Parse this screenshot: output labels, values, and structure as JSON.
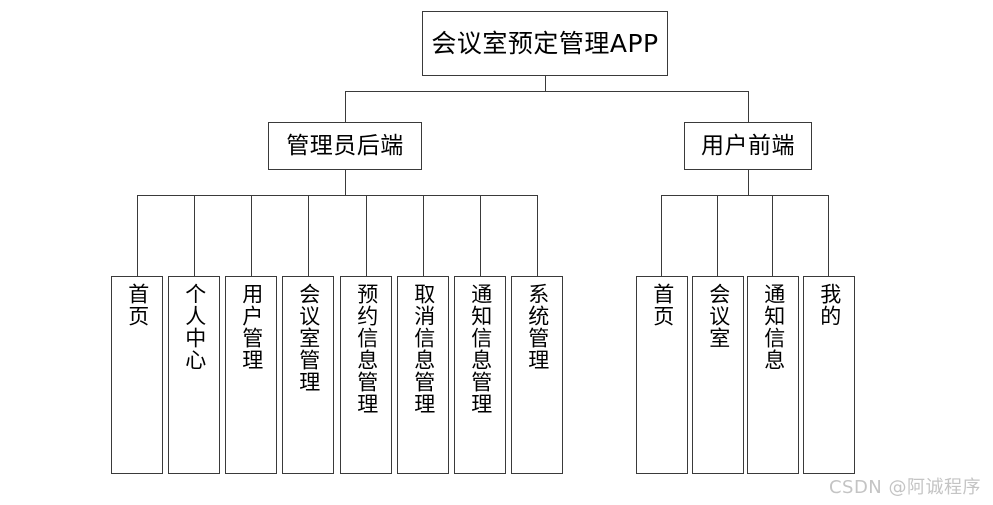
{
  "diagram": {
    "title": "会议室预定管理APP",
    "root": {
      "label": "会议室预定管理APP"
    },
    "branches": [
      {
        "label": "管理员后端"
      },
      {
        "label": "用户前端"
      }
    ],
    "admin_leaves": [
      {
        "label": "首页"
      },
      {
        "label": "个人中心"
      },
      {
        "label": "用户管理"
      },
      {
        "label": "会议室管理"
      },
      {
        "label": "预约信息管理"
      },
      {
        "label": "取消信息管理"
      },
      {
        "label": "通知信息管理"
      },
      {
        "label": "系统管理"
      }
    ],
    "user_leaves": [
      {
        "label": "首页"
      },
      {
        "label": "会议室"
      },
      {
        "label": "通知信息"
      },
      {
        "label": "我的"
      }
    ],
    "colors": {
      "line": "#3a3a3a",
      "text": "#000000",
      "background": "#ffffff",
      "watermark": "#c4c4c4"
    }
  },
  "watermark": {
    "text": "CSDN @阿诚程序"
  }
}
